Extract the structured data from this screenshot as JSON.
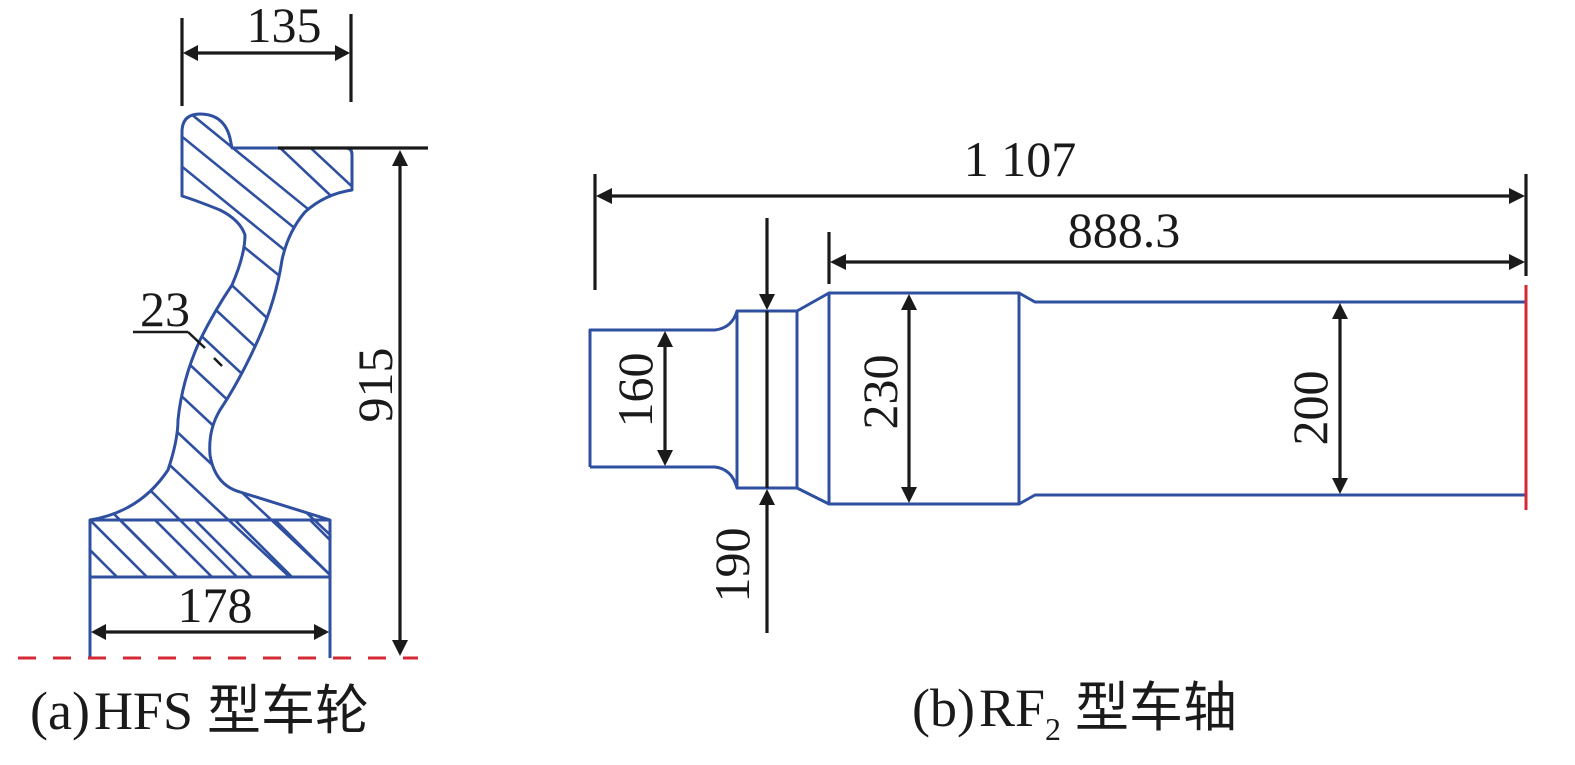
{
  "figure": {
    "wheel": {
      "caption_prefix": "(a)",
      "caption_model": "HFS",
      "caption_type": "型车轮",
      "dimensions": {
        "flange_width": "135",
        "web_thickness": "23",
        "diameter": "915",
        "hub_width": "178"
      }
    },
    "axle": {
      "caption_prefix": "(b)",
      "caption_model": "RF",
      "caption_subscript": "2",
      "caption_type": "型车轴",
      "dimensions": {
        "total_length": "1 107",
        "half_length": "888.3",
        "journal_diameter": "160",
        "dust_guard_diameter": "190",
        "wheel_seat_diameter": "230",
        "body_diameter": "200"
      }
    },
    "colors": {
      "part_outline": "#2f4fa0",
      "dimension_line": "#1a1a1a",
      "reference_line": "#d42a35"
    }
  }
}
